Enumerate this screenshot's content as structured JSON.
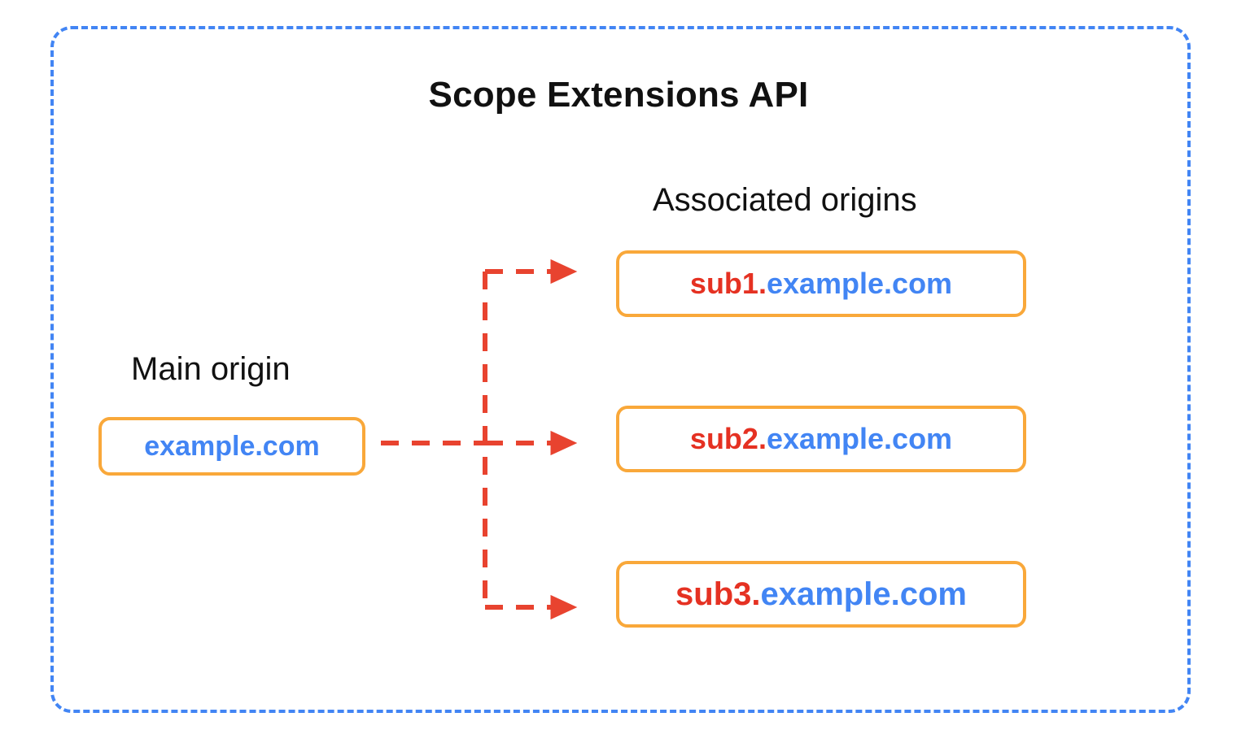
{
  "diagram": {
    "title": "Scope Extensions API",
    "frame": {
      "border_color": "#4285F4",
      "border_style": "dashed"
    },
    "labels": {
      "main_origin": "Main origin",
      "associated_origins": "Associated origins"
    },
    "colors": {
      "frame_blue": "#4285F4",
      "box_orange": "#F9A83A",
      "domain_blue": "#4285F4",
      "subdomain_red": "#E53122",
      "arrow_red": "#E8432F",
      "text_black": "#111111",
      "background": "#FFFFFF"
    },
    "main_origin": {
      "subdomain": "",
      "domain": "example.com"
    },
    "associated_origins": [
      {
        "subdomain": "sub1.",
        "domain": "example.com"
      },
      {
        "subdomain": "sub2.",
        "domain": "example.com"
      },
      {
        "subdomain": "sub3.",
        "domain": "example.com"
      }
    ],
    "connectors": {
      "style": "dashed",
      "color": "#E8432F",
      "arrowhead": "solid-triangle",
      "count": 3
    }
  }
}
